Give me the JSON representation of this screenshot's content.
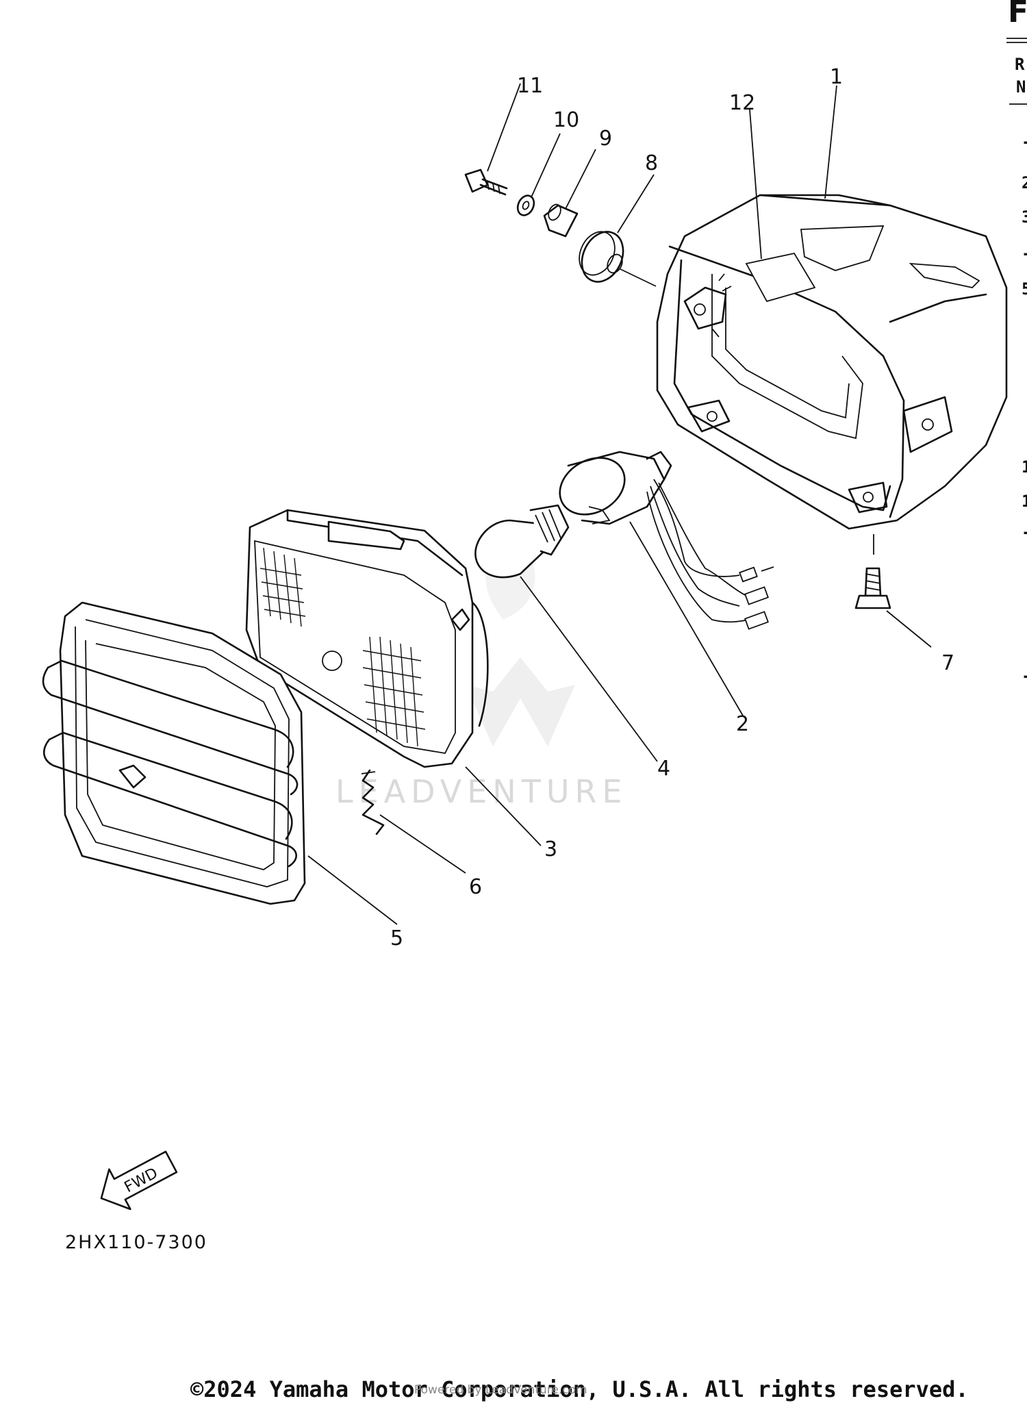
{
  "diagram": {
    "callouts": [
      {
        "id": "1",
        "text": "1"
      },
      {
        "id": "2",
        "text": "2"
      },
      {
        "id": "3",
        "text": "3"
      },
      {
        "id": "4",
        "text": "4"
      },
      {
        "id": "5",
        "text": "5"
      },
      {
        "id": "6",
        "text": "6"
      },
      {
        "id": "7",
        "text": "7"
      },
      {
        "id": "8",
        "text": "8"
      },
      {
        "id": "9",
        "text": "9"
      },
      {
        "id": "10",
        "text": "10"
      },
      {
        "id": "11",
        "text": "11"
      },
      {
        "id": "12",
        "text": "12"
      }
    ],
    "fwd_label": "FWD",
    "diagram_code": "2HX110-7300"
  },
  "right_edge_fragments": {
    "header_letter": "F",
    "col_header_line1": "R",
    "col_header_line2": "N",
    "row_glyphs": [
      "-",
      "2",
      "3",
      "-",
      "5",
      "1",
      "1",
      "-",
      "-"
    ]
  },
  "watermark": {
    "brand": "LEADVENTURE",
    "footer_overlay": "Powered by LeadVenture.com"
  },
  "footer": {
    "copyright": "©2024 Yamaha Motor Corporation, U.S.A. All rights reserved."
  }
}
